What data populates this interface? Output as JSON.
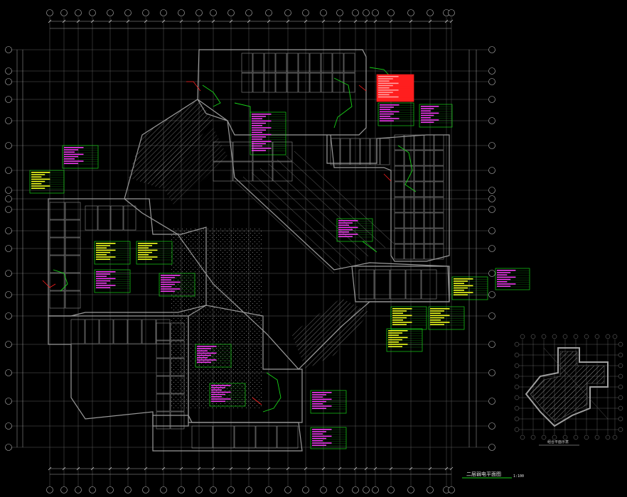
{
  "colors": {
    "background": "#000000",
    "grid": "#8c8c8c",
    "walls": "#9a9a9a",
    "green": "#19d219",
    "magenta": "#ff2bff",
    "yellow": "#ffff1e",
    "red": "#ff1e1e",
    "white": "#e6e6e6"
  },
  "title_block": {
    "main_title": "二层弱电平面图",
    "scale": "1:100"
  },
  "key_plan": {
    "caption": "组合平面示意"
  }
}
